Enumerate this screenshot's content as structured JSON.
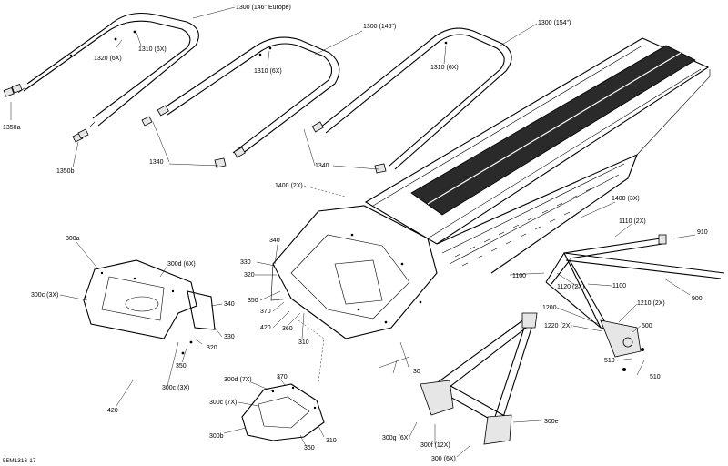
{
  "reference_code": "55M1316-17",
  "labels": {
    "l_1300_europe": "1300 (146\" Europe)",
    "l_1300_146": "1300 (146\")",
    "l_1300_154": "1300 (154\")",
    "l_1320": "1320 (6X)",
    "l_1310_a": "1310 (6X)",
    "l_1310_b": "1310 (6X)",
    "l_1310_c": "1310 (6X)",
    "l_1350a": "1350a",
    "l_1350b": "1350b",
    "l_1340_a": "1340",
    "l_1340_b": "1340",
    "l_1400_2x": "1400 (2X)",
    "l_1400_3x": "1400 (3X)",
    "l_1110_2x": "1110 (2X)",
    "l_910": "910",
    "l_1100_a": "1100",
    "l_1100_b": "1100",
    "l_1120": "1120 (2X)",
    "l_1210": "1210 (2X)",
    "l_900": "900",
    "l_1200": "1200",
    "l_1220": "1220 (2X)",
    "l_500": "500",
    "l_510_a": "510",
    "l_510_b": "510",
    "l_300a": "300a",
    "l_300d_6x": "300d (6X)",
    "l_300c_3x_left": "300c (3X)",
    "l_340_left": "340",
    "l_330_left": "330",
    "l_350_left": "350",
    "l_320_left": "320",
    "l_300c_3x_bottom": "300c (3X)",
    "l_420_left": "420",
    "l_340_center": "340",
    "l_330_center": "330",
    "l_320_center": "320",
    "l_350_center": "350",
    "l_370_center": "370",
    "l_420_center": "420",
    "l_360_center": "360",
    "l_310_center": "310",
    "l_30": "30",
    "l_300d_7x": "300d (7X)",
    "l_370_bottom": "370",
    "l_300c_7x": "300c (7X)",
    "l_300b": "300b",
    "l_360_bottom": "360",
    "l_310_bottom": "310",
    "l_300e": "300e",
    "l_300g": "300g (6X)",
    "l_300f": "300f (12X)",
    "l_300_6x": "300 (6X)"
  }
}
